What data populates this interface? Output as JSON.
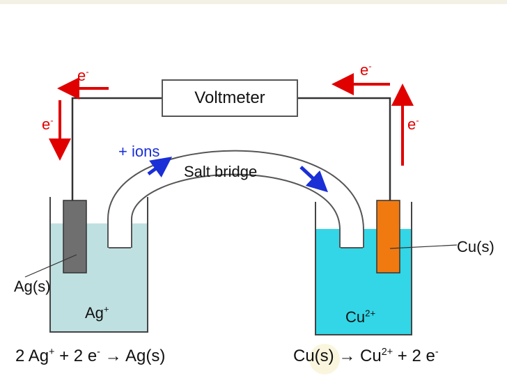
{
  "voltmeter_label": "Voltmeter",
  "salt_bridge_label": "Salt bridge",
  "ions_label": "+ ions",
  "electron_symbol": "e",
  "electron_charge": "-",
  "left": {
    "electrode_label": "Ag(s)",
    "ion_symbol": "Ag",
    "ion_charge": "+",
    "half_reaction": {
      "pre": "2 Ag",
      "charge1": "+",
      "mid": " + 2 e",
      "charge2": "-",
      "post": " → Ag(s)"
    }
  },
  "right": {
    "electrode_label": "Cu(s)",
    "ion_symbol": "Cu",
    "ion_charge": "2+",
    "half_reaction": {
      "pre": "Cu(s) → Cu",
      "charge1": "2+",
      "mid": " + 2 e",
      "charge2": "-"
    }
  },
  "colors": {
    "electron_arrow": "#e00000",
    "ion_arrow": "#1a2fd6",
    "left_solution": "#bfe0e0",
    "right_solution": "#33d6e6",
    "silver_electrode": "#6f6f6f",
    "copper_electrode": "#f07a10"
  }
}
